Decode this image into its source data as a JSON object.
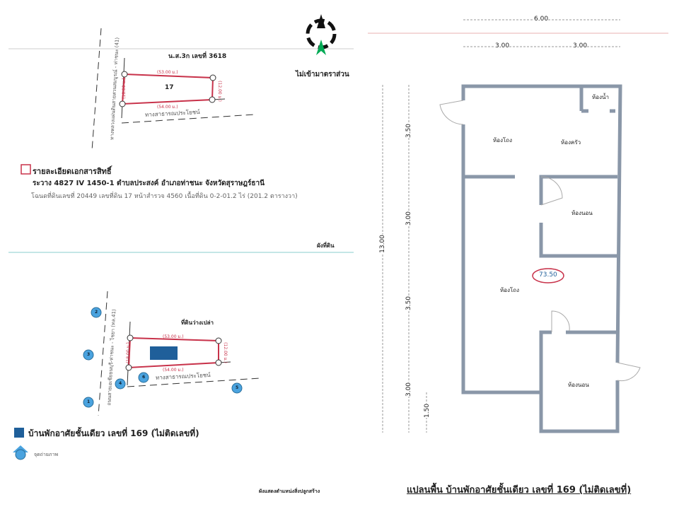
{
  "site_plan": {
    "doc_ref": "น.ส.3ก เลขที่ 3618",
    "no_access": "ไม่เข้ามาตราส่วน",
    "road_name": "ทางหลวงแผ่นดินสายสวนสมบูรณ์ - ท่าชนะ (41)",
    "plot_number": "17",
    "top_len": "(53.00 ม.)",
    "bottom_len": "(54.00 ม.)",
    "left_len": "(18.00 ม.)",
    "right_len": "(12.00 ม.)",
    "public_way": "ทางสาธารณประโยชน์",
    "legend_title": "รายละเอียดเอกสารสิทธิ์",
    "legend_line1": "ระวาง 4827 IV 1450-1 ตำบลประสงค์ อำเภอท่าชนะ จังหวัดสุราษฎร์ธานี",
    "legend_line2": "โฉนดที่ดินเลขที่ 20449 เลขที่ดิน 17 หน้าสำรวจ 4560 เนื้อที่ดิน 0-2-01.2 ไร่ (201.2 ตารางวา)",
    "caption": "ผังที่ดิน"
  },
  "location_plan": {
    "vacant_land": "ที่ดินว่างเปล่า",
    "road_name": "ถนนสายเอเชียธนบุรี-ท่าชนะ - ไชยา (ทล.41)",
    "top_len": "(53.00 ม.)",
    "bottom_len": "(54.00 ม.)",
    "left_len": "(18.00 ม.)",
    "right_len": "(12.00 ม.)",
    "public_way": "ทางสาธารณประโยชน์",
    "photo_points": [
      "1",
      "2",
      "3",
      "4",
      "5",
      "6"
    ],
    "legend_house": "บ้านพักอาศัยชั้นเดียว เลขที่  169  (ไม่ติดเลขที่)",
    "legend_photo": "จุดถ่ายภาพ",
    "caption": "ผังแสดงตำแหน่งสิ่งปลูกสร้าง"
  },
  "floor_plan": {
    "width_total": "6.00",
    "width_parts": [
      "3.00",
      "3.00"
    ],
    "height_total": "13.00",
    "height_parts": [
      "3.50",
      "3.00",
      "3.50",
      "3.00"
    ],
    "offset": "1.50",
    "rooms": {
      "living_top": "ห้องโถง",
      "kitchen": "ห้องครัว",
      "bath": "ห้องน้ำ",
      "bedroom1": "ห้องนอน",
      "living_main": "ห้องโถง",
      "bedroom2": "ห้องนอน"
    },
    "area": "73.50",
    "title": "แปลนพื้น บ้านพักอาศัยชั้นเดียว เลขที่  169  (ไม่ติดเลขที่)"
  },
  "colors": {
    "boundary": "#c8324a",
    "house": "#1f5f9a",
    "wall": "#8a97a8",
    "photo": "#4aa3df"
  }
}
